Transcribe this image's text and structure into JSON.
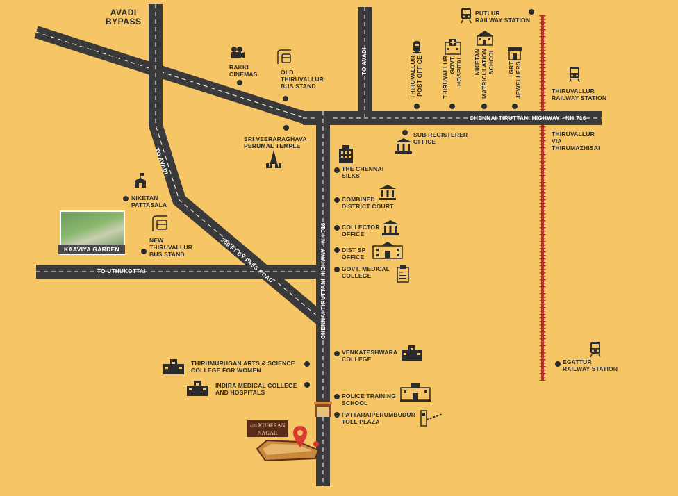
{
  "colors": {
    "background": "#f6c565",
    "road": "#3a3a3a",
    "road_dash": "#ffffff",
    "text": "#2b2b2b",
    "railway": "#b8302a",
    "pin": "#d63a2f"
  },
  "roads": {
    "avadi_bypass": "AVADI\nBYPASS",
    "to_avadi_left": "TO AVADI",
    "to_avadi_top": "TO AVADI",
    "pass_road": "200 FT BY PASS ROAD",
    "uthukottai": "TO UTHUKOTTAI",
    "nh716_vertical": "CHENNAI TIRUTTANI HIGHWAY  -  NH 716",
    "nh716_horizontal": "CHENNAI TIRUTTANI HIGHWAY  -  NH 716"
  },
  "landmarks": {
    "rakki": "RAKKI\nCINEMAS",
    "old_bus": "OLD\nTHIRUVALLUR\nBUS STAND",
    "sri_veera": "SRI VEERARAGHAVA\nPERUMAL TEMPLE",
    "niketan_pattasala": "NIKETAN\nPATTASALA",
    "new_bus": "NEW\nTHIRUVALLUR\nBUS STAND",
    "kaaviya": "KAAVIYA GARDEN",
    "putlur": "PUTLUR\nRAILWAY STATION",
    "post": "THIRUVALLUR\nPOST OFFICE",
    "govt_hospital": "THIRUVALLUR\nGOVT.\nHOSPITAL",
    "niketan_school": "NIKETAN\nMATRICULATION\nSCHOOL",
    "grt": "GRT\nJEWELLERS",
    "thiru_rail": "THIRUVALLUR\nRAILWAY STATION",
    "thiru_via": "THIRUVALLUR\nVIA\nTHIRUMAZHISAI",
    "sub_reg": "SUB REGISTERER\nOFFICE",
    "chennai_silks": "THE CHENNAI\nSILKS",
    "combined_court": "COMBINED\nDISTRICT COURT",
    "collector": "COLLECTOR\nOFFICE",
    "dist_sp": "DIST SP\nOFFICE",
    "govt_medical": "GOVT. MEDICAL\nCOLLEGE",
    "venkat": "VENKATESHWARA\nCOLLEGE",
    "thirumurugan": "THIRUMURUGAN ARTS & SCIENCE\nCOLLEGE FOR WOMEN",
    "indira": "INDIRA MEDICAL COLLEGE\nAND HOSPITALS",
    "police": "POLICE TRAINING\nSCHOOL",
    "toll": "PATTARAIPERUMBUDUR\nTOLL PLAZA",
    "egattur": "EGATTUR\nRAILWAY STATION"
  },
  "project": {
    "prefix": "ALD",
    "name": "KUBERAN\nNAGAR"
  },
  "icons": {
    "rakki": "film-camera-icon",
    "old_bus": "bus-stop-icon",
    "new_bus": "bus-stop-icon",
    "temple": "temple-gopuram-icon",
    "pattasala": "school-building-icon",
    "train": "train-icon",
    "post": "post-box-icon",
    "hospital": "hospital-icon",
    "school": "school-icon",
    "jewellery": "jewellery-shop-icon",
    "government": "government-building-icon",
    "silks": "shopping-building-icon",
    "medical": "medical-clipboard-icon",
    "college": "college-building-icon",
    "toll": "toll-barrier-icon",
    "pin": "location-pin-icon"
  }
}
